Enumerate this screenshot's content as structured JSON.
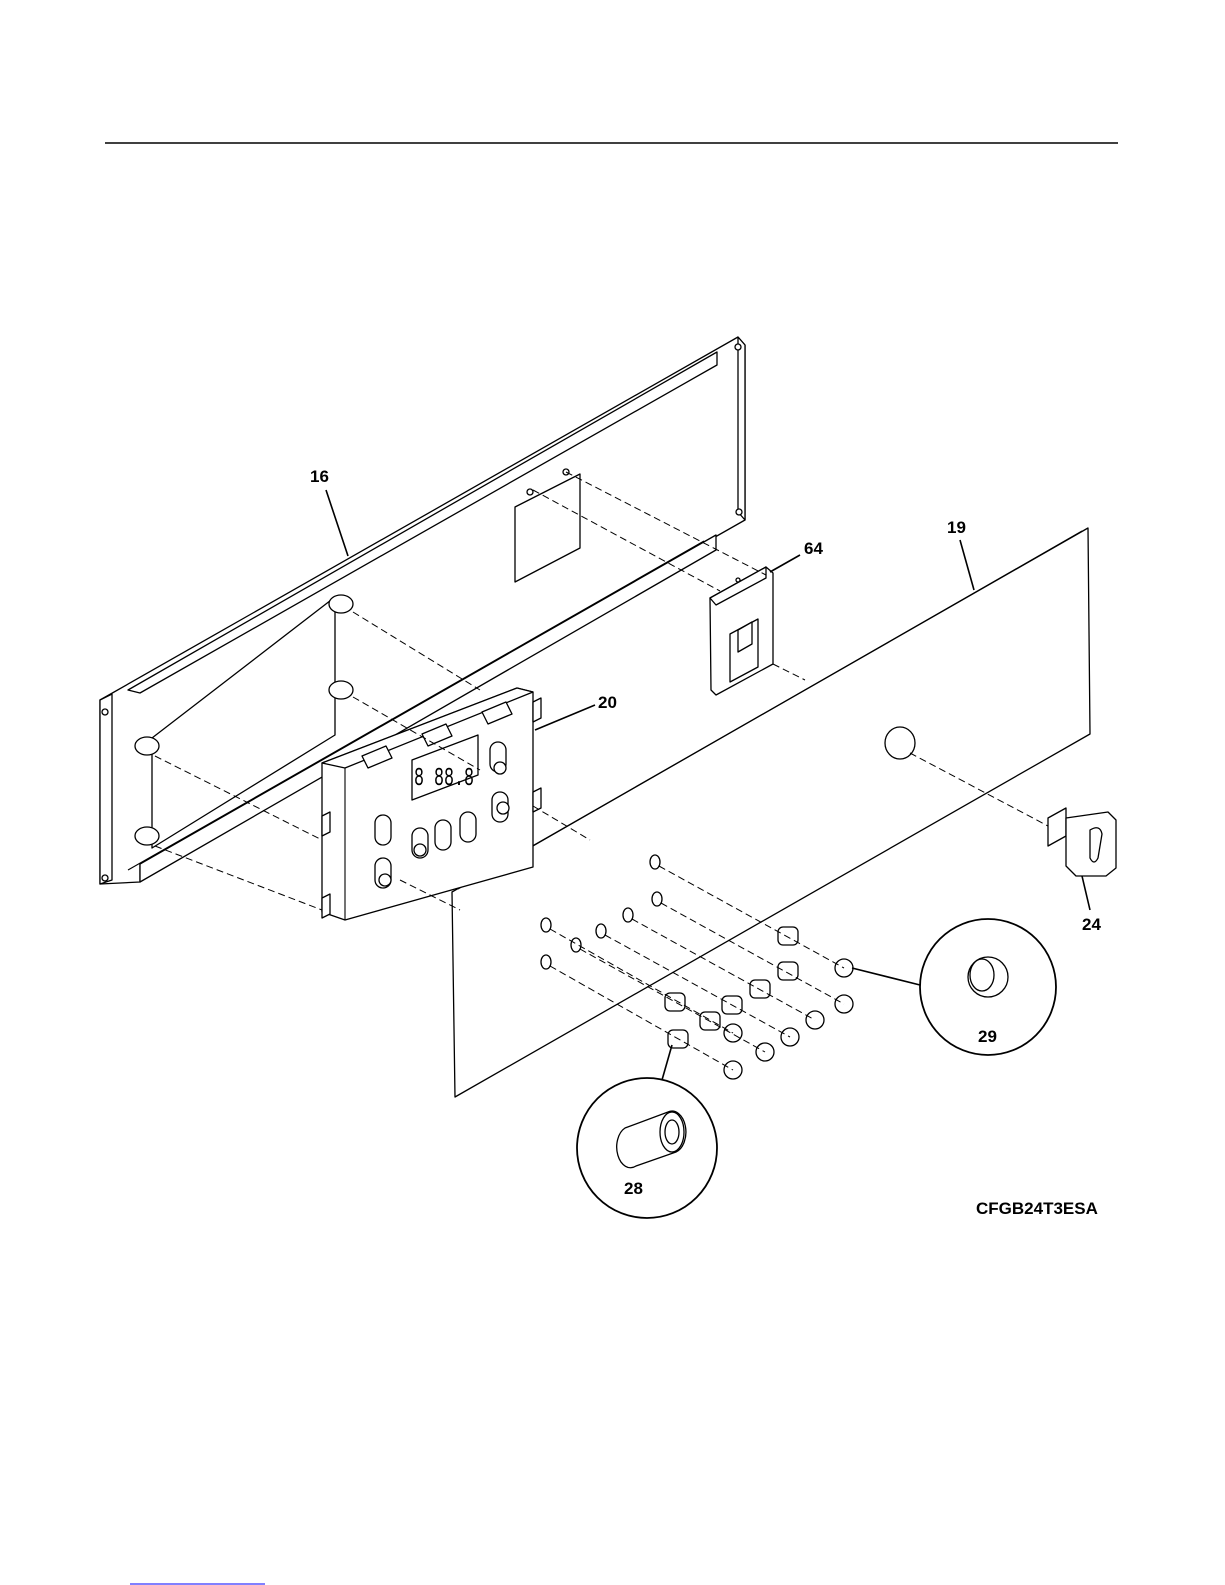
{
  "page": {
    "model_code": "CFGB24T3ESA",
    "background": "#ffffff",
    "ink": "#000000"
  },
  "parts": [
    {
      "id": "16",
      "name": "control-panel-frame"
    },
    {
      "id": "64",
      "name": "bracket"
    },
    {
      "id": "19",
      "name": "overlay-panel"
    },
    {
      "id": "20",
      "name": "electronic-oven-control"
    },
    {
      "id": "24",
      "name": "rocker-switch"
    },
    {
      "id": "29",
      "name": "button-cap"
    },
    {
      "id": "28",
      "name": "spacer-tube"
    }
  ],
  "display": {
    "digits": "8 88.8"
  }
}
